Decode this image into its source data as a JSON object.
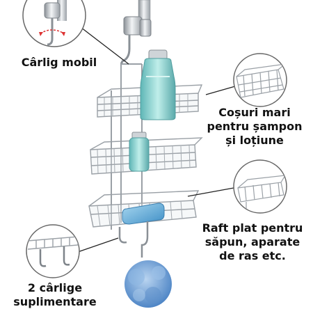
{
  "labels": {
    "movable_hook": "Cârlig mobil",
    "large_baskets": [
      "Coșuri mari",
      "pentru șampon",
      "și loțiune"
    ],
    "flat_shelf": [
      "Raft plat pentru",
      "săpun, aparate",
      "de ras etc."
    ],
    "extra_hooks": [
      "2 cârlige",
      "suplimentare"
    ]
  },
  "colors": {
    "chrome": "#b9bec3",
    "chrome_dark": "#7d8389",
    "bottle_liquid": "#8fd1cf",
    "soap_bar": "#6fb2d8",
    "sponge": "#6fa3d6",
    "callout_line": "#222222"
  },
  "icons": [
    "shower-rail-icon",
    "hook-icon",
    "basket-icon",
    "shelf-icon",
    "sponge-icon"
  ]
}
